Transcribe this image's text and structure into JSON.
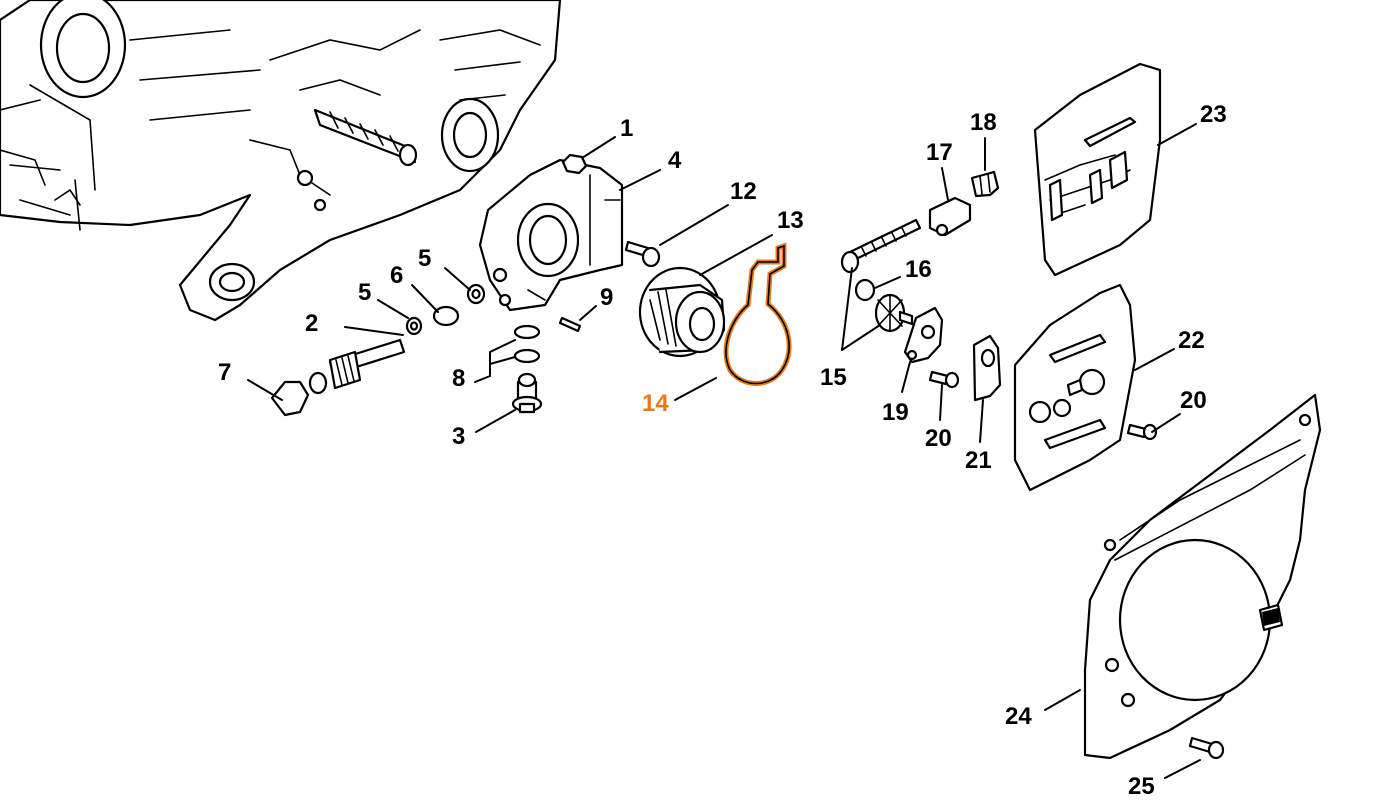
{
  "colors": {
    "line": "#000000",
    "highlight": "#e87a1e",
    "background": "#ffffff"
  },
  "highlighted_part": "14",
  "callouts": [
    {
      "id": "c1",
      "label": "1"
    },
    {
      "id": "c2",
      "label": "2"
    },
    {
      "id": "c3",
      "label": "3"
    },
    {
      "id": "c4",
      "label": "4"
    },
    {
      "id": "c5a",
      "label": "5"
    },
    {
      "id": "c5b",
      "label": "5"
    },
    {
      "id": "c6",
      "label": "6"
    },
    {
      "id": "c7",
      "label": "7"
    },
    {
      "id": "c8",
      "label": "8"
    },
    {
      "id": "c9",
      "label": "9"
    },
    {
      "id": "c12",
      "label": "12"
    },
    {
      "id": "c13",
      "label": "13"
    },
    {
      "id": "c14",
      "label": "14"
    },
    {
      "id": "c15",
      "label": "15"
    },
    {
      "id": "c16",
      "label": "16"
    },
    {
      "id": "c17",
      "label": "17"
    },
    {
      "id": "c18",
      "label": "18"
    },
    {
      "id": "c19",
      "label": "19"
    },
    {
      "id": "c20a",
      "label": "20"
    },
    {
      "id": "c20b",
      "label": "20"
    },
    {
      "id": "c21",
      "label": "21"
    },
    {
      "id": "c22",
      "label": "22"
    },
    {
      "id": "c23",
      "label": "23"
    },
    {
      "id": "c24",
      "label": "24"
    },
    {
      "id": "c25",
      "label": "25"
    }
  ]
}
